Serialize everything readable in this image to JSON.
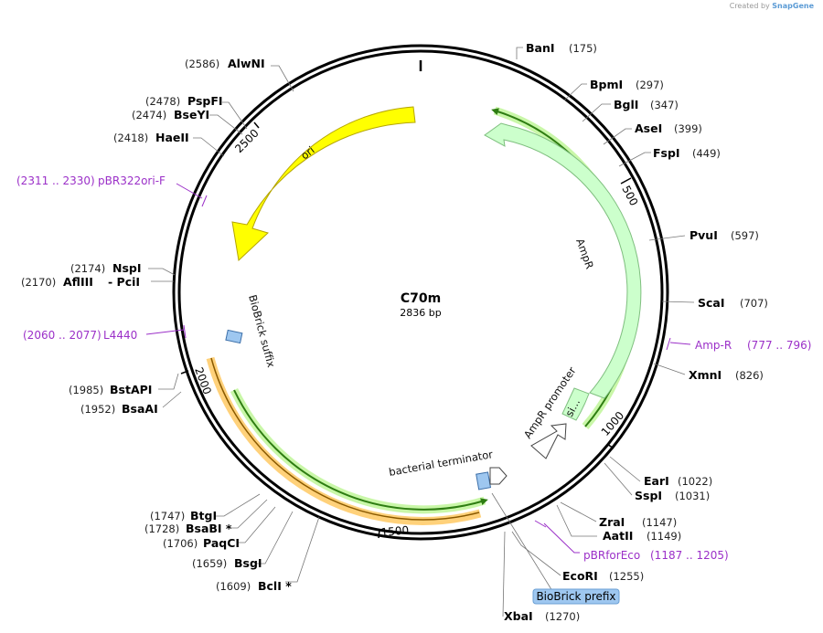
{
  "credit": {
    "prefix": "Created by",
    "brand": "SnapGene"
  },
  "plasmid": {
    "name": "C70m",
    "length": "2836 bp"
  },
  "ticks": [
    "500",
    "1000",
    "1500",
    "2000",
    "2500"
  ],
  "features": {
    "ori": "ori",
    "ampr": "AmpR",
    "ampr_promoter": "AmpR promoter",
    "signal": "si...",
    "terminator": "bacterial terminator",
    "biobrick_suffix": "BioBrick suffix"
  },
  "callout": {
    "biobrick_prefix": "BioBrick prefix"
  },
  "enzymes": [
    {
      "name": "BanI",
      "pos": "(175)"
    },
    {
      "name": "BpmI",
      "pos": "(297)"
    },
    {
      "name": "BglI",
      "pos": "(347)"
    },
    {
      "name": "AseI",
      "pos": "(399)"
    },
    {
      "name": "FspI",
      "pos": "(449)"
    },
    {
      "name": "PvuI",
      "pos": "(597)"
    },
    {
      "name": "ScaI",
      "pos": "(707)"
    },
    {
      "name": "XmnI",
      "pos": "(826)"
    },
    {
      "name": "EarI",
      "pos": "(1022)"
    },
    {
      "name": "SspI",
      "pos": "(1031)"
    },
    {
      "name": "ZraI",
      "pos": "(1147)"
    },
    {
      "name": "AatII",
      "pos": "(1149)"
    },
    {
      "name": "EcoRI",
      "pos": "(1255)"
    },
    {
      "name": "XbaI",
      "pos": "(1270)"
    },
    {
      "name": "BclI *",
      "pos": "(1609)"
    },
    {
      "name": "BsgI",
      "pos": "(1659)"
    },
    {
      "name": "PaqCI",
      "pos": "(1706)"
    },
    {
      "name": "BsaBI *",
      "pos": "(1728)"
    },
    {
      "name": "BtgI",
      "pos": "(1747)"
    },
    {
      "name": "BsaAI",
      "pos": "(1952)"
    },
    {
      "name": "BstAPI",
      "pos": "(1985)"
    },
    {
      "name": "AflIII",
      "pos": "(2170)",
      "extra": "- PciI"
    },
    {
      "name": "NspI",
      "pos": "(2174)"
    },
    {
      "name": "HaeII",
      "pos": "(2418)"
    },
    {
      "name": "BseYI",
      "pos": "(2474)"
    },
    {
      "name": "PspFI",
      "pos": "(2478)"
    },
    {
      "name": "AlwNI",
      "pos": "(2586)"
    }
  ],
  "primers": [
    {
      "name": "Amp-R",
      "range": "(777 .. 796)"
    },
    {
      "name": "pBRforEco",
      "range": "(1187 .. 1205)"
    },
    {
      "name": "L4440",
      "range": "(2060 .. 2077)"
    },
    {
      "name": "pBR322ori-F",
      "range": "(2311 .. 2330)"
    }
  ],
  "colors": {
    "backbone": "#000000",
    "ori": "#ffff00",
    "ampr": "#ccffcc",
    "ampr_border": "#7fbf7f",
    "highlight_green": "#c9f7a8",
    "highlight_orange": "#ffd17a",
    "arrow_line": "#2e7d12",
    "primer": "#9b30c8",
    "biobrick": "#9ec7f0",
    "enzyme_line": "#777777"
  }
}
